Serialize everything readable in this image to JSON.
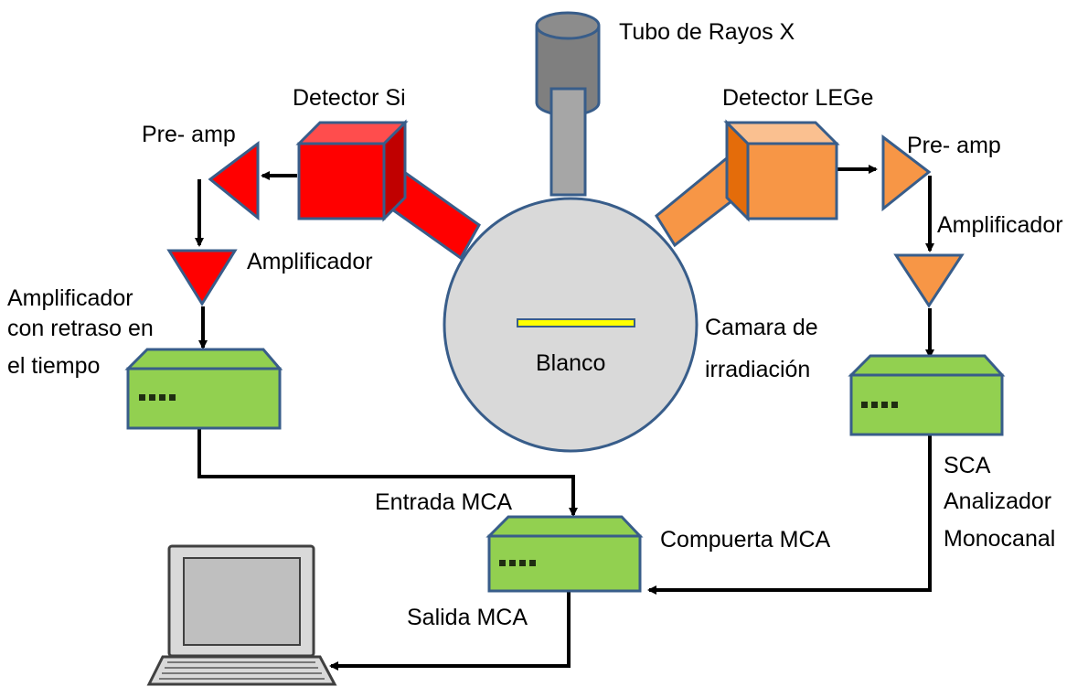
{
  "labels": {
    "xray_tube": "Tubo de Rayos X",
    "detector_si": "Detector Si",
    "detector_lege": "Detector LEGe",
    "preamp_left": "Pre- amp",
    "preamp_right": "Pre- amp",
    "amplifier_left": "Amplificador",
    "amplifier_right": "Amplificador",
    "delay_amp_line1": "Amplificador",
    "delay_amp_line2": "con retraso en",
    "delay_amp_line3": "el tiempo",
    "target": "Blanco",
    "chamber_line1": "Camara de",
    "chamber_line2": "irradiación",
    "sca_line1": "SCA",
    "sca_line2": "Analizador",
    "sca_line3": "Monocanal",
    "mca_input": "Entrada MCA",
    "mca_gate": "Compuerta MCA",
    "mca_output": "Salida MCA"
  },
  "colors": {
    "si_red": "#ff0000",
    "lege_orange": "#f79646",
    "module_green": "#92d050",
    "chamber_gray": "#d9d9d9",
    "tube_gray": "#7f7f7f",
    "outline_blue": "#385d8a",
    "target_yellow": "#ffff00"
  }
}
